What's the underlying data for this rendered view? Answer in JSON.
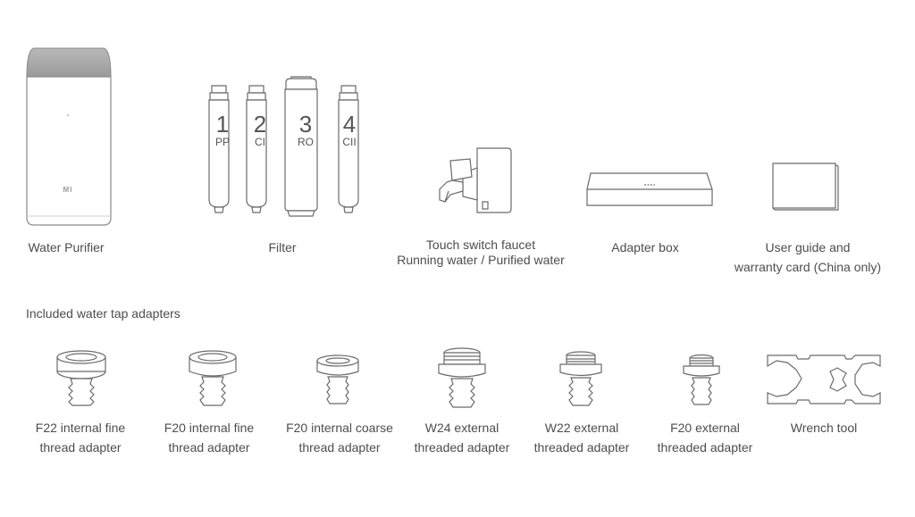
{
  "products": {
    "water_purifier": {
      "label": "Water Purifier",
      "logo": "MI"
    },
    "filter": {
      "label": "Filter",
      "cartridges": [
        {
          "number": "1",
          "code": "PP"
        },
        {
          "number": "2",
          "code": "CI"
        },
        {
          "number": "3",
          "code": "RO"
        },
        {
          "number": "4",
          "code": "CII"
        }
      ]
    },
    "faucet": {
      "line1": "Touch switch faucet",
      "line2": "Running water / Purified water"
    },
    "adapter_box": {
      "label": "Adapter box"
    },
    "user_guide": {
      "line1": "User guide and",
      "line2": "warranty card (China only)"
    }
  },
  "adapters_section": {
    "title": "Included water tap adapters",
    "items": [
      {
        "line1": "F22 internal fine",
        "line2": "thread adapter"
      },
      {
        "line1": "F20 internal fine",
        "line2": "thread adapter"
      },
      {
        "line1": "F20 internal coarse",
        "line2": "thread adapter"
      },
      {
        "line1": "W24 external",
        "line2": "threaded adapter"
      },
      {
        "line1": "W22 external",
        "line2": "threaded adapter"
      },
      {
        "line1": "F20 external",
        "line2": "threaded adapter"
      },
      {
        "line1": "Wrench tool",
        "line2": ""
      }
    ]
  },
  "icons": [
    "water-purifier-icon",
    "filter-cartridge-icon",
    "faucet-icon",
    "adapter-box-icon",
    "user-guide-card-icon",
    "tap-adapter-icon",
    "wrench-icon"
  ]
}
